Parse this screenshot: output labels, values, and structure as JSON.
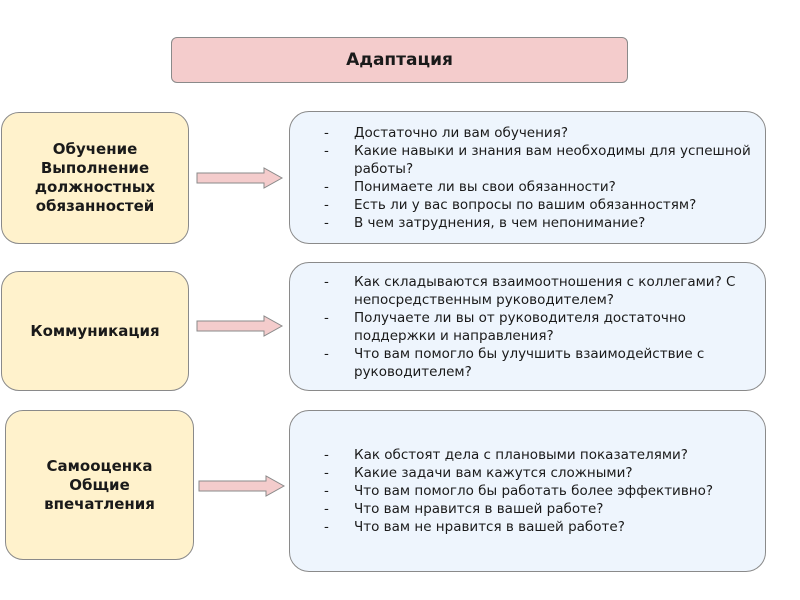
{
  "title": "Адаптация",
  "rows": [
    {
      "category": [
        "Обучение",
        "Выполнение",
        "должностных",
        "обязанностей"
      ],
      "questions": [
        "Достаточно ли вам обучения?",
        "Какие навыки и знания вам необходимы для успешной работы?",
        "Понимаете ли вы свои обязанности?",
        "Есть ли у вас вопросы по вашим обязанностям?",
        "В чем затруднения, в чем непонимание?"
      ]
    },
    {
      "category": [
        "Коммуникация"
      ],
      "questions": [
        "Как складываются взаимоотношения с коллегами? С непосредственным руководителем?",
        "Получаете ли вы от руководителя достаточно поддержки и направления?",
        " Что вам помогло бы улучшить взаимодействие с руководителем?"
      ]
    },
    {
      "category": [
        "Самооценка",
        "Общие",
        "впечатления"
      ],
      "questions": [
        "Как обстоят дела с плановыми показателями?",
        "Какие задачи вам кажутся сложными?",
        " Что вам помогло бы работать более эффективно?",
        " Что вам нравится в вашей работе?",
        "Что вам не нравится в вашей работе?"
      ]
    }
  ],
  "bullet": "-",
  "colors": {
    "title_fill": "#f4cccc",
    "category_fill": "#fff2cc",
    "question_fill": "#eef5fd",
    "arrow_fill": "#f4cccc",
    "border": "#8a8a8a"
  }
}
